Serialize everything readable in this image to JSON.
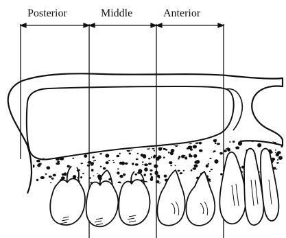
{
  "labels": {
    "posterior": "Posterior",
    "middle": "Middle",
    "anterior": "Anterior"
  },
  "colors": {
    "ink": "#111111",
    "paper": "#ffffff"
  }
}
